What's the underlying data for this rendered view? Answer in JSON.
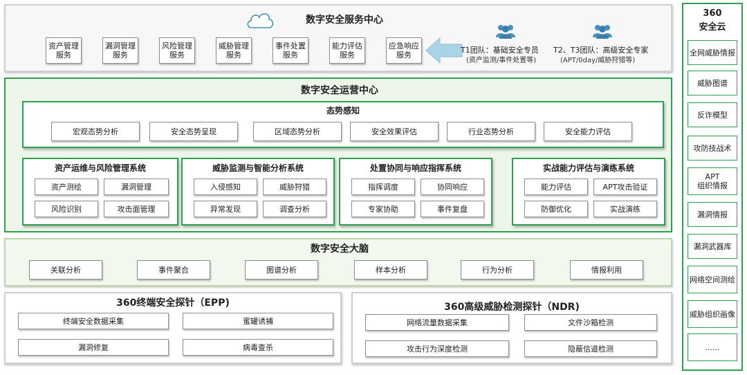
{
  "service_center": {
    "title": "数字安全服务中心",
    "services": [
      "资产管理\n服务",
      "漏洞管理\n服务",
      "风险管理\n服务",
      "威胁管理\n服务",
      "事件处置\n服务",
      "能力评估\n服务",
      "应急响应\n服务"
    ],
    "team1_title": "T1团队：基础安全专员",
    "team1_sub": "(资产监测/事件处置等)",
    "team2_title": "T2、T3团队：高级安全专家",
    "team2_sub": "(APT/0day/威胁狩猎等)"
  },
  "ops_center": {
    "title": "数字安全运营中心",
    "situation": {
      "title": "态势感知",
      "items": [
        "宏观态势分析",
        "安全态势呈现",
        "区域态势分析",
        "安全效果评估",
        "行业态势分析",
        "安全能力评估"
      ]
    },
    "systems": [
      {
        "title": "资产运维与风险管理系统",
        "items": [
          "资产测绘",
          "漏洞管理",
          "风险识别",
          "攻击面管理"
        ]
      },
      {
        "title": "威胁监测与智能分析系统",
        "items": [
          "入侵感知",
          "威胁狩猎",
          "异常发现",
          "调查分析"
        ]
      },
      {
        "title": "处置协同与响应指挥系统",
        "items": [
          "指挥调度",
          "协同响应",
          "专家协助",
          "事件复盘"
        ]
      },
      {
        "title": "实战能力评估与演练系统",
        "items": [
          "能力评估",
          "APT攻击验证",
          "防御优化",
          "实战演练"
        ]
      }
    ]
  },
  "brain": {
    "title": "数字安全大脑",
    "items": [
      "关联分析",
      "事件聚合",
      "图谱分析",
      "样本分析",
      "行为分析",
      "情报利用"
    ]
  },
  "epp": {
    "title": "360终端安全探针（EPP)",
    "items": [
      "终端安全数据采集",
      "蜜罐诱捕",
      "漏洞修复",
      "病毒查杀"
    ]
  },
  "ndr": {
    "title": "360高级威胁检测探针（NDR)",
    "items": [
      "网络流量数据采集",
      "文件沙箱检测",
      "攻击行为深度检测",
      "隐蔽信道检测"
    ]
  },
  "cloud": {
    "title_line1": "360",
    "title_line2": "安全云",
    "items": [
      "全网威胁情报",
      "威胁图谱",
      "反诈模型",
      "攻防技战术",
      "APT\n组织情报",
      "漏洞情报",
      "漏洞武器库",
      "网络空间测绘",
      "威胁组织画像",
      "......"
    ]
  },
  "colors": {
    "green": "#2e9e4f",
    "arrow": "#a9d3e6",
    "team_icon": "#4a8fbd"
  }
}
